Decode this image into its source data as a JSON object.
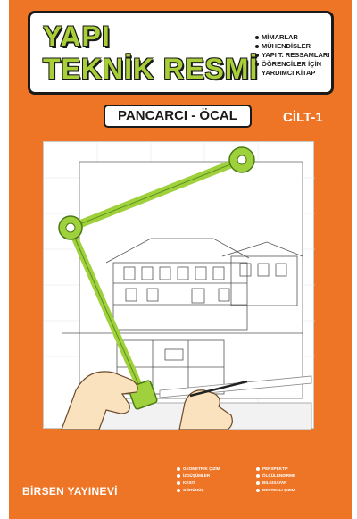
{
  "cover": {
    "title_line_1": "YAPI",
    "title_line_2": "TEKNİK RESMİ",
    "audience": [
      "MİMARLAR",
      "MÜHENDİSLER",
      "YAPI T. RESSAMLARI",
      "ÖĞRENCİLER İÇİN YARDIMCI KİTAP"
    ],
    "authors": "PANCARCI - ÖCAL",
    "volume": "CİLT-1",
    "publisher": "BİRSEN YAYINEVİ",
    "topics_left": [
      "Geometrik Çizim",
      "İzdüşümler",
      "Kesit",
      "Görünüş"
    ],
    "topics_right": [
      "Perspektif",
      "Ölçülendirme",
      "Bilgisayar",
      "Destekli Çizim"
    ]
  },
  "colors": {
    "cover_background": "#ee7526",
    "title_green": "#a9cf38",
    "ink": "#1a1a1a",
    "machine_green": "#9fd13c",
    "skin": "#fbe2bf"
  },
  "icons": {
    "drafting_machine": "drafting-machine-arm",
    "hands": "drawing-hands-illustration"
  }
}
